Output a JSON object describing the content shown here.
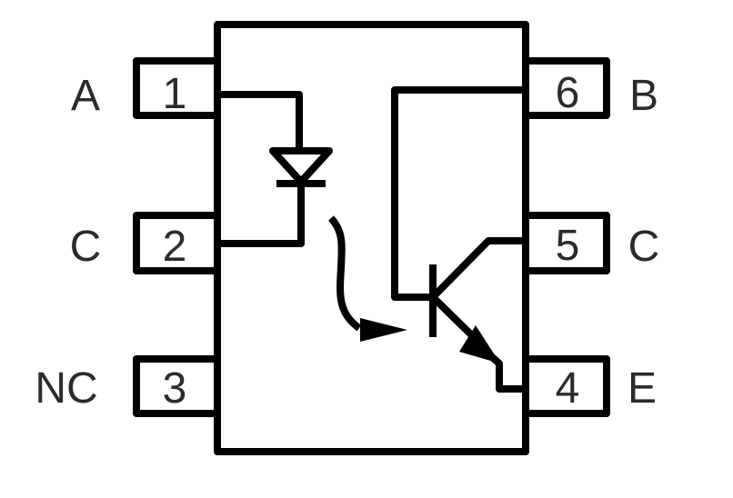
{
  "pins": [
    {
      "number": "1",
      "label": "A"
    },
    {
      "number": "2",
      "label": "C"
    },
    {
      "number": "3",
      "label": "NC"
    },
    {
      "number": "4",
      "label": "E"
    },
    {
      "number": "5",
      "label": "C"
    },
    {
      "number": "6",
      "label": "B"
    }
  ],
  "colors": {
    "stroke": "#000000",
    "text": "#2b2b2b"
  }
}
